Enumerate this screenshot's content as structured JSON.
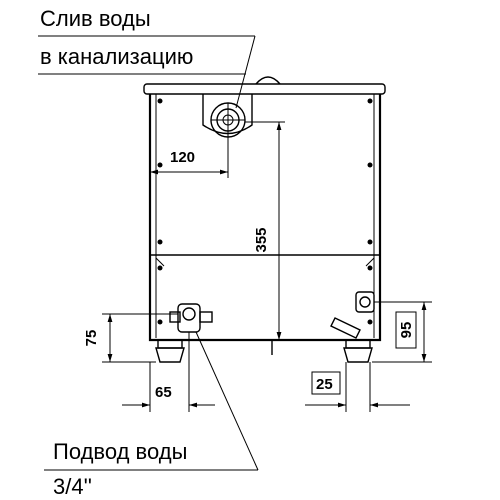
{
  "labels": {
    "drain_line1": "Слив воды",
    "drain_line2": "в канализацию",
    "supply_line1": "Подвод воды",
    "supply_line2": "3/4''"
  },
  "dimensions": {
    "d120": "120",
    "d355": "355",
    "d75": "75",
    "d65": "65",
    "d95": "95",
    "d25": "25"
  }
}
